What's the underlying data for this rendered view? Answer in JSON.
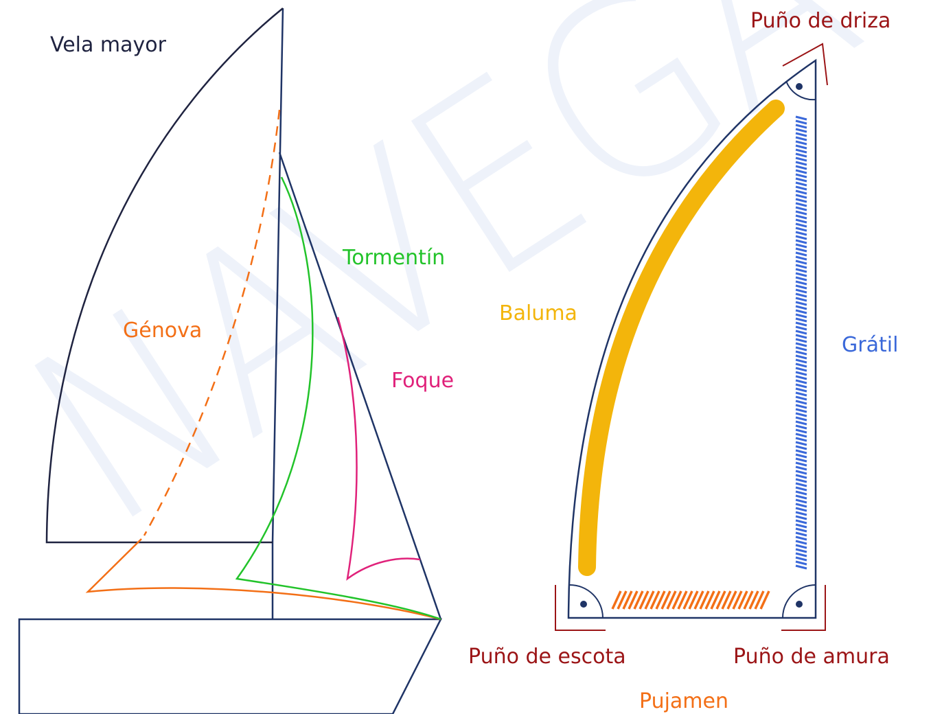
{
  "watermark": "NAVEGA",
  "colors": {
    "navy": "#1f3466",
    "dark_text": "#1f2340",
    "orange": "#f36f16",
    "green": "#22c32a",
    "magenta": "#e0217a",
    "yellow": "#f3b50b",
    "blue": "#3a68d9",
    "red": "#9b1416",
    "watermark": "#eef2fa"
  },
  "left_diagram": {
    "main_sail": "Vela mayor",
    "genoa": "Génova",
    "storm_jib": "Tormentín",
    "jib": "Foque"
  },
  "right_diagram": {
    "head": "Puño de driza",
    "leech": "Baluma",
    "luff": "Grátil",
    "clew": "Puño de escota",
    "tack": "Puño de amura",
    "foot": "Pujamen"
  }
}
